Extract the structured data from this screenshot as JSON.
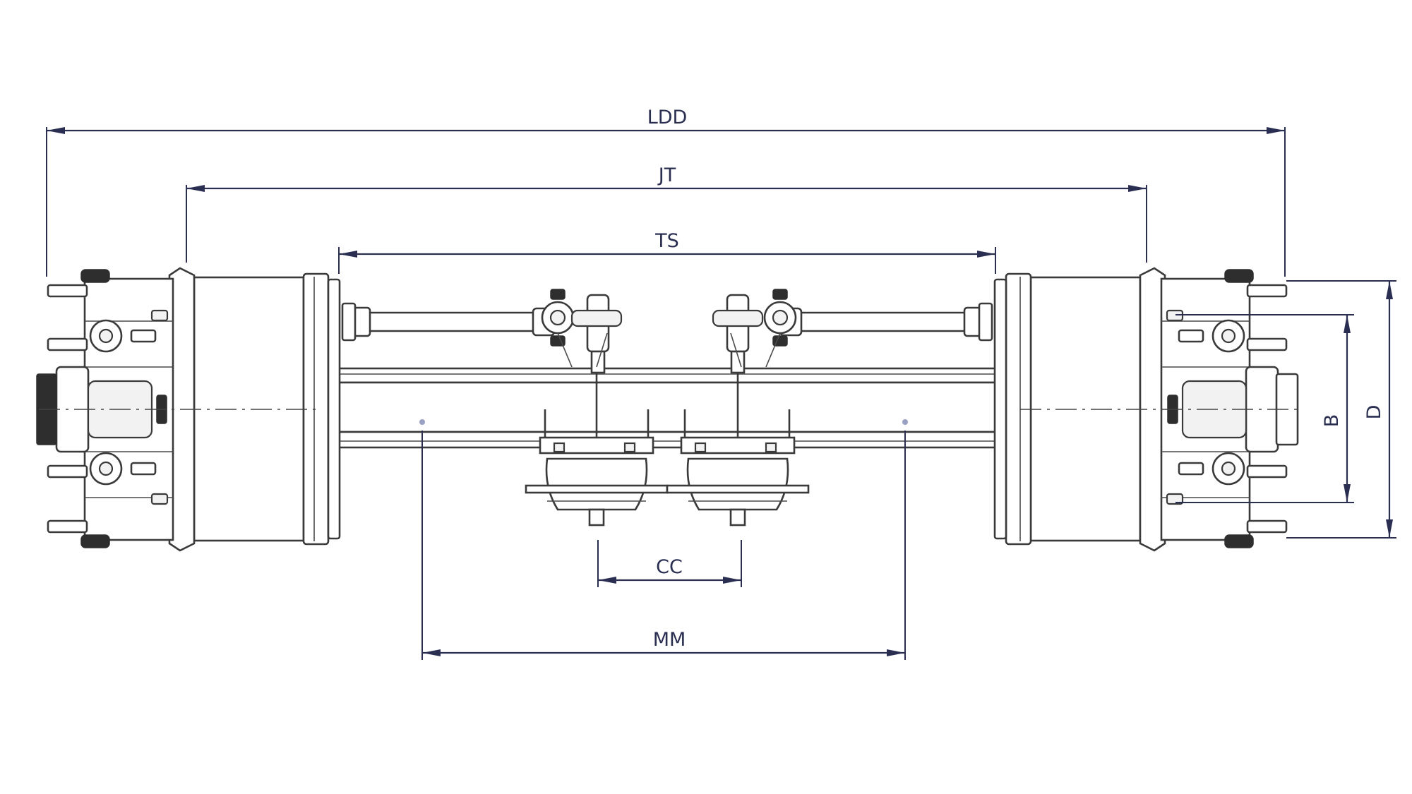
{
  "dimensions": {
    "ldd": "LDD",
    "jt": "JT",
    "ts": "TS",
    "cc": "CC",
    "mm": "MM",
    "b": "B",
    "d": "D"
  },
  "colors": {
    "dimension_line": "#2a2f52",
    "part_outline": "#3a3a3a",
    "background": "#ffffff"
  }
}
